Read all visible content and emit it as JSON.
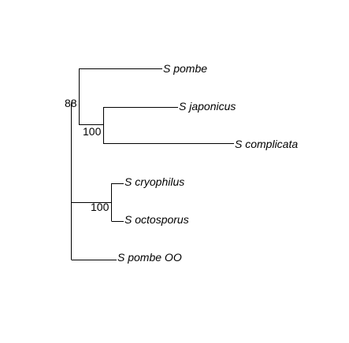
{
  "tree": {
    "taxa": [
      {
        "id": "s-pombe",
        "label": "S pombe"
      },
      {
        "id": "s-japonicus",
        "label": "S japonicus"
      },
      {
        "id": "s-complicata",
        "label": "S complicata"
      },
      {
        "id": "s-cryophilus",
        "label": "S cryophilus"
      },
      {
        "id": "s-octosporus",
        "label": "S octosporus"
      },
      {
        "id": "s-pombe-oo",
        "label": "S pombe OO"
      }
    ],
    "support": [
      {
        "id": "node-88",
        "value": "88"
      },
      {
        "id": "node-100-upper",
        "value": "100"
      },
      {
        "id": "node-100-lower",
        "value": "100"
      }
    ]
  }
}
